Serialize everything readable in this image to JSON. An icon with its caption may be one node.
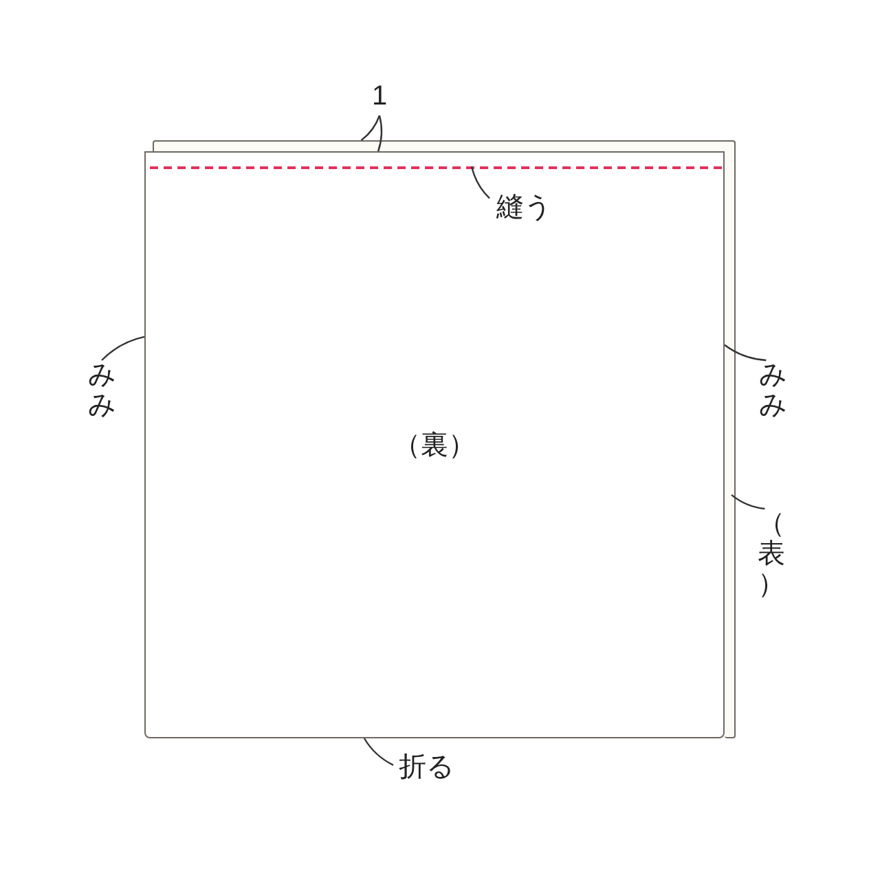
{
  "diagram": {
    "nodes": [
      {
        "text": [],
        "shape": "box"
      },
      {
        "text": [
          "（裏）"
        ]
      },
      {
        "text": [],
        "shape": "line",
        "in": 1
      },
      {
        "text": [
          "1"
        ]
      },
      {
        "text": [
          "縫う"
        ],
        "in": 1
      },
      {
        "text": [
          "みみ"
        ]
      },
      {
        "text": [
          "みみ"
        ]
      },
      {
        "text": [
          "（表）"
        ]
      },
      {
        "text": [
          "折る"
        ]
      }
    ],
    "edges": [
      {
        "from": 3,
        "to": 0,
        "arrow": "none"
      },
      {
        "from": 3,
        "to": 1,
        "arrow": "none"
      },
      {
        "from": 4,
        "to": 2,
        "arrow": "none"
      },
      {
        "from": 5,
        "to": 1,
        "arrow": "none"
      },
      {
        "from": 6,
        "to": 1,
        "arrow": "none"
      },
      {
        "from": 7,
        "to": 0,
        "arrow": "none"
      },
      {
        "from": 8,
        "to": 1,
        "arrow": "none"
      }
    ]
  }
}
